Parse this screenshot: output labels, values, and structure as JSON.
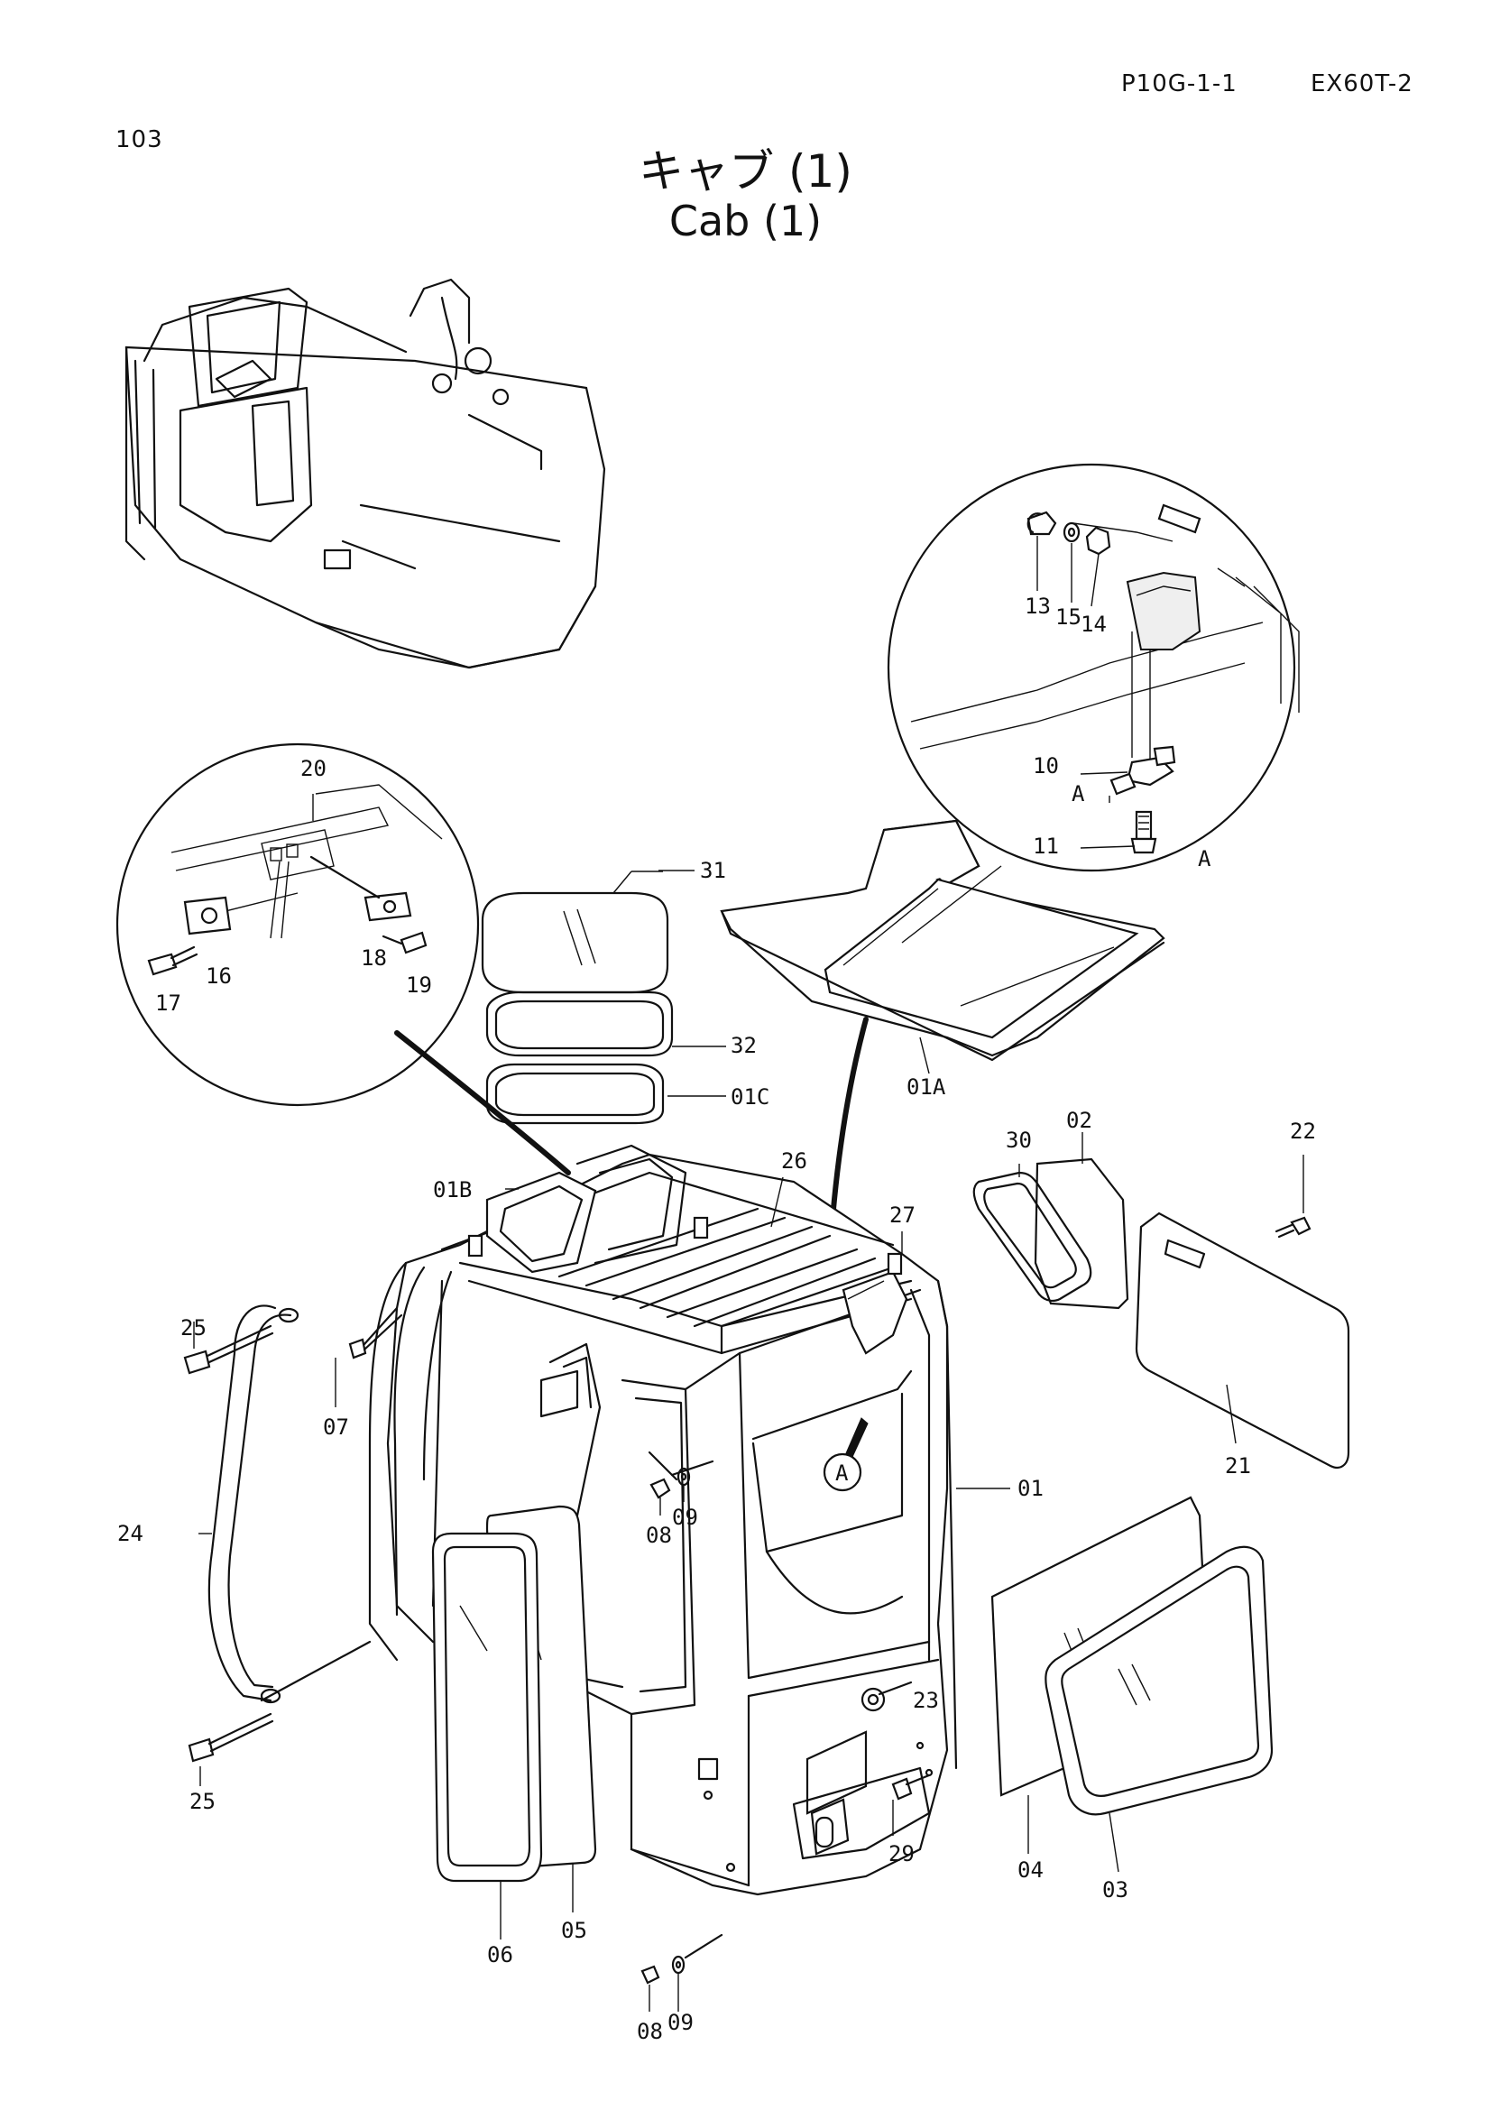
{
  "header": {
    "page_number": "103",
    "code": "P10G-1-1",
    "model": "EX60T-2"
  },
  "title": {
    "japanese": "キャブ (1)",
    "english": "Cab (1)"
  },
  "detail_a": {
    "ref_label": "A",
    "arrow_label": "A",
    "view_marker": "A"
  },
  "callouts": {
    "c01": "01",
    "c01A": "01A",
    "c01B": "01B",
    "c01C": "01C",
    "c02": "02",
    "c03": "03",
    "c04": "04",
    "c05": "05",
    "c06": "06",
    "c07": "07",
    "c08a": "08",
    "c08b": "08",
    "c09a": "09",
    "c09b": "09",
    "c10": "10",
    "c11": "11",
    "c13": "13",
    "c14": "14",
    "c15": "15",
    "c16": "16",
    "c17": "17",
    "c18": "18",
    "c19": "19",
    "c20": "20",
    "c21": "21",
    "c22": "22",
    "c23": "23",
    "c24": "24",
    "c25a": "25",
    "c25b": "25",
    "c26": "26",
    "c27": "27",
    "c29": "29",
    "c30": "30",
    "c31": "31",
    "c32": "32"
  }
}
